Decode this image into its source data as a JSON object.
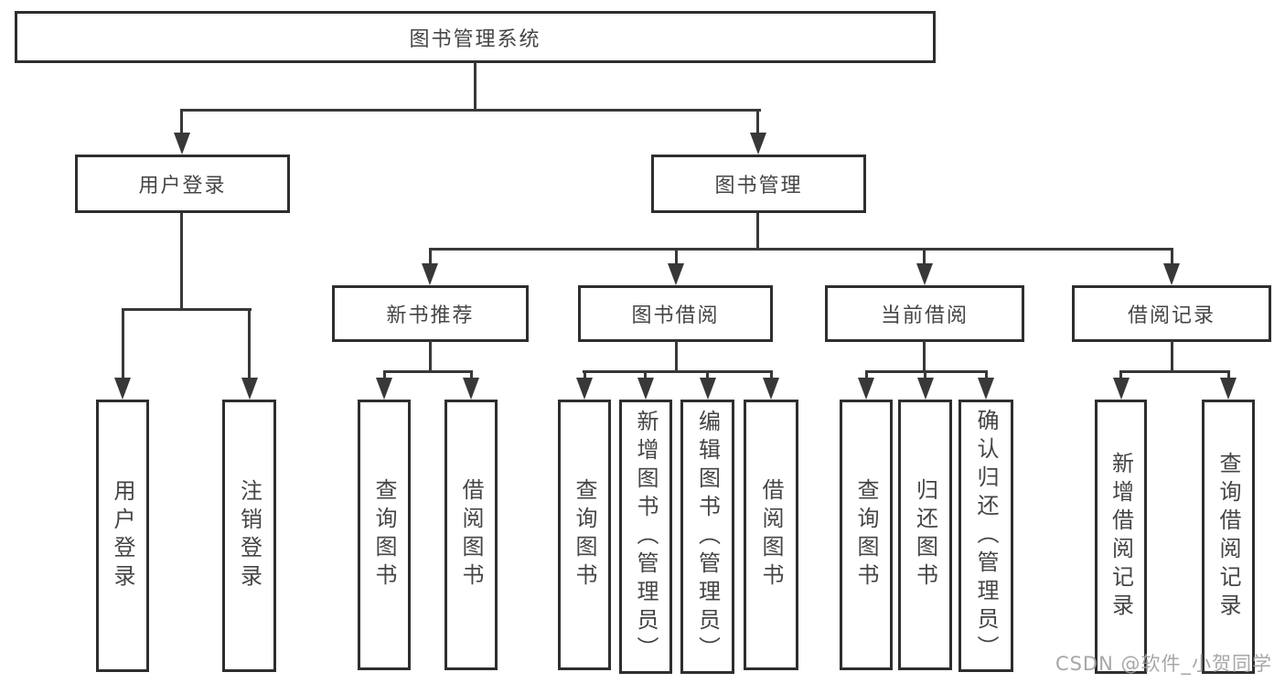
{
  "root": {
    "label": "图书管理系统"
  },
  "user_branch": {
    "label": "用户登录",
    "children": [
      {
        "label": "用户登录"
      },
      {
        "label": "注销登录"
      }
    ]
  },
  "mgmt_branch": {
    "label": "图书管理",
    "modules": [
      {
        "label": "新书推荐",
        "children": [
          {
            "label": "查询图书"
          },
          {
            "label": "借阅图书"
          }
        ]
      },
      {
        "label": "图书借阅",
        "children": [
          {
            "label": "查询图书"
          },
          {
            "label": "新增图书（管理员）"
          },
          {
            "label": "编辑图书（管理员）"
          },
          {
            "label": "借阅图书"
          }
        ]
      },
      {
        "label": "当前借阅",
        "children": [
          {
            "label": "查询图书"
          },
          {
            "label": "归还图书"
          },
          {
            "label": "确认归还（管理员）"
          }
        ]
      },
      {
        "label": "借阅记录",
        "children": [
          {
            "label": "新增借阅记录"
          },
          {
            "label": "查询借阅记录"
          }
        ]
      }
    ]
  },
  "watermark": {
    "text": "CSDN @软件_小贺同学"
  },
  "colors": {
    "line": "#383838",
    "box_border": "#2e2e2e",
    "text": "#454545",
    "background": "#ffffff",
    "watermark": "#9e9e9e"
  }
}
